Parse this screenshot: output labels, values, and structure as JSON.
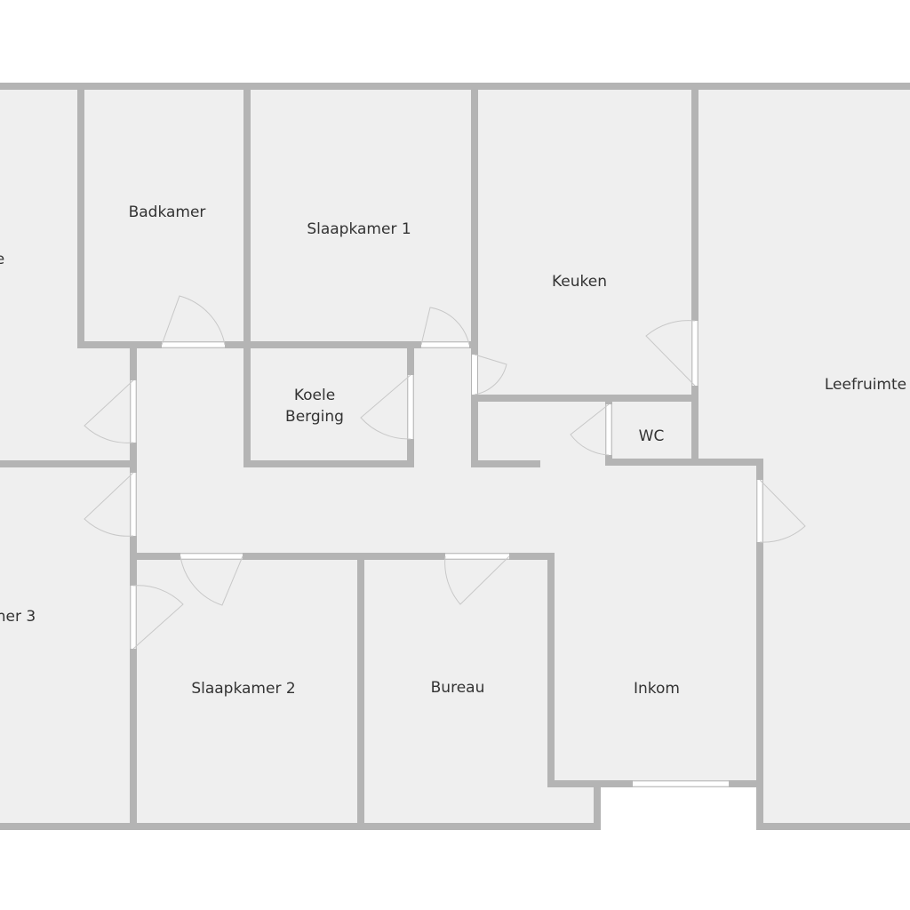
{
  "plan": {
    "rooms": {
      "left_top_partial": "e",
      "badkamer": "Badkamer",
      "slaapkamer1": "Slaapkamer 1",
      "keuken": "Keuken",
      "leefruimte": "Leefruimte",
      "koele_berging_line1": "Koele",
      "koele_berging_line2": "Berging",
      "wc": "WC",
      "left_bottom_partial": "ner 3",
      "slaapkamer2": "Slaapkamer 2",
      "bureau": "Bureau",
      "inkom": "Inkom"
    },
    "colors": {
      "wall": "#b4b4b4",
      "floor": "#efefef"
    }
  }
}
